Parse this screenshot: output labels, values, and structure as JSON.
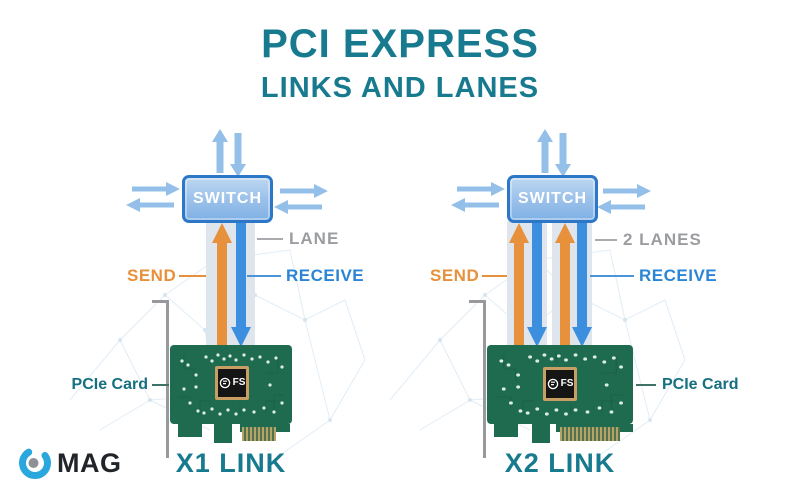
{
  "title": {
    "line1": "PCI EXPRESS",
    "line2": "LINKS AND LANES"
  },
  "logo": {
    "mark_letter": "C",
    "text": "MAG"
  },
  "diagrams": [
    {
      "link_label": "X1 LINK",
      "switch_label": "SWITCH",
      "lane_label": "LANE",
      "send_label": "SEND",
      "receive_label": "RECEIVE",
      "card_label": "PCIe Card",
      "chip_label": "FS",
      "lanes": 1
    },
    {
      "link_label": "X2 LINK",
      "switch_label": "SWITCH",
      "lane_label": "2 LANES",
      "send_label": "SEND",
      "receive_label": "RECEIVE",
      "card_label": "PCIe Card",
      "chip_label": "FS",
      "lanes": 2
    }
  ],
  "colors": {
    "teal_text": "#187A8E",
    "send_orange": "#E8913C",
    "receive_blue": "#2F87D7",
    "light_blue_arrow": "#93BFE9",
    "switch_border": "#2D77C9",
    "lane_band": "#DFE5EC",
    "gray_label": "#9B9DA1",
    "card_green": "#1E6B50",
    "chip_gold": "#C89E63",
    "logo_blue": "#2AA7DC"
  }
}
